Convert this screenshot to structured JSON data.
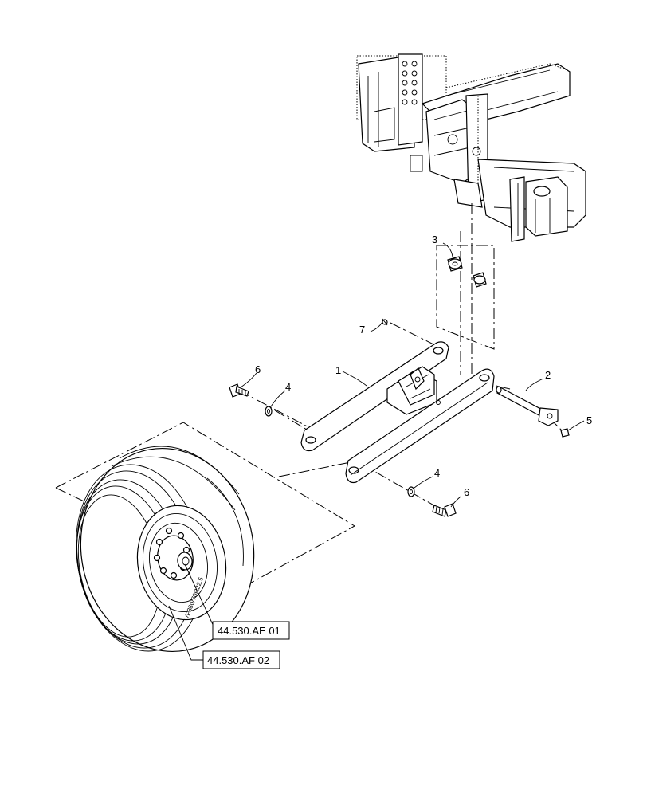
{
  "callouts": [
    {
      "id": "1",
      "label": "1"
    },
    {
      "id": "2",
      "label": "2"
    },
    {
      "id": "3",
      "label": "3"
    },
    {
      "id": "4a",
      "label": "4"
    },
    {
      "id": "4b",
      "label": "4"
    },
    {
      "id": "5",
      "label": "5"
    },
    {
      "id": "6a",
      "label": "6"
    },
    {
      "id": "6b",
      "label": "6"
    },
    {
      "id": "7",
      "label": "7"
    }
  ],
  "references": [
    {
      "id": "ae01",
      "label": "44.530.AE 01"
    },
    {
      "id": "af02",
      "label": "44.530.AF 02"
    }
  ],
  "tire_sidewall_text": "VF380/70R22.5"
}
